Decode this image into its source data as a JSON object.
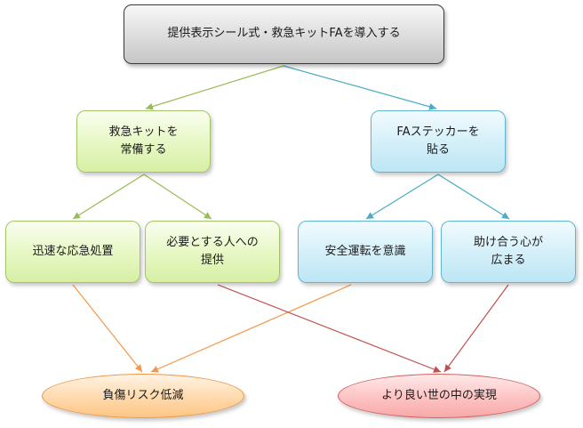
{
  "diagram": {
    "root": "提供表示シール式・救急キットFAを導入する",
    "kit": "救急キットを\n常備する",
    "sticker": "FAステッカーを\n貼る",
    "quick_response": "迅速な応急処置",
    "provide": "必要とする人への\n提供",
    "safe_driving": "安全運転を意識",
    "help_spread": "助け合う心が\n広まる",
    "reduce_injury": "負傷リスク低減",
    "better_society": "より良い世の中の実現"
  },
  "connector_colors": {
    "green": "#9bbb59",
    "blue": "#4bacc6",
    "orange": "#f79646",
    "red": "#c0504d"
  }
}
